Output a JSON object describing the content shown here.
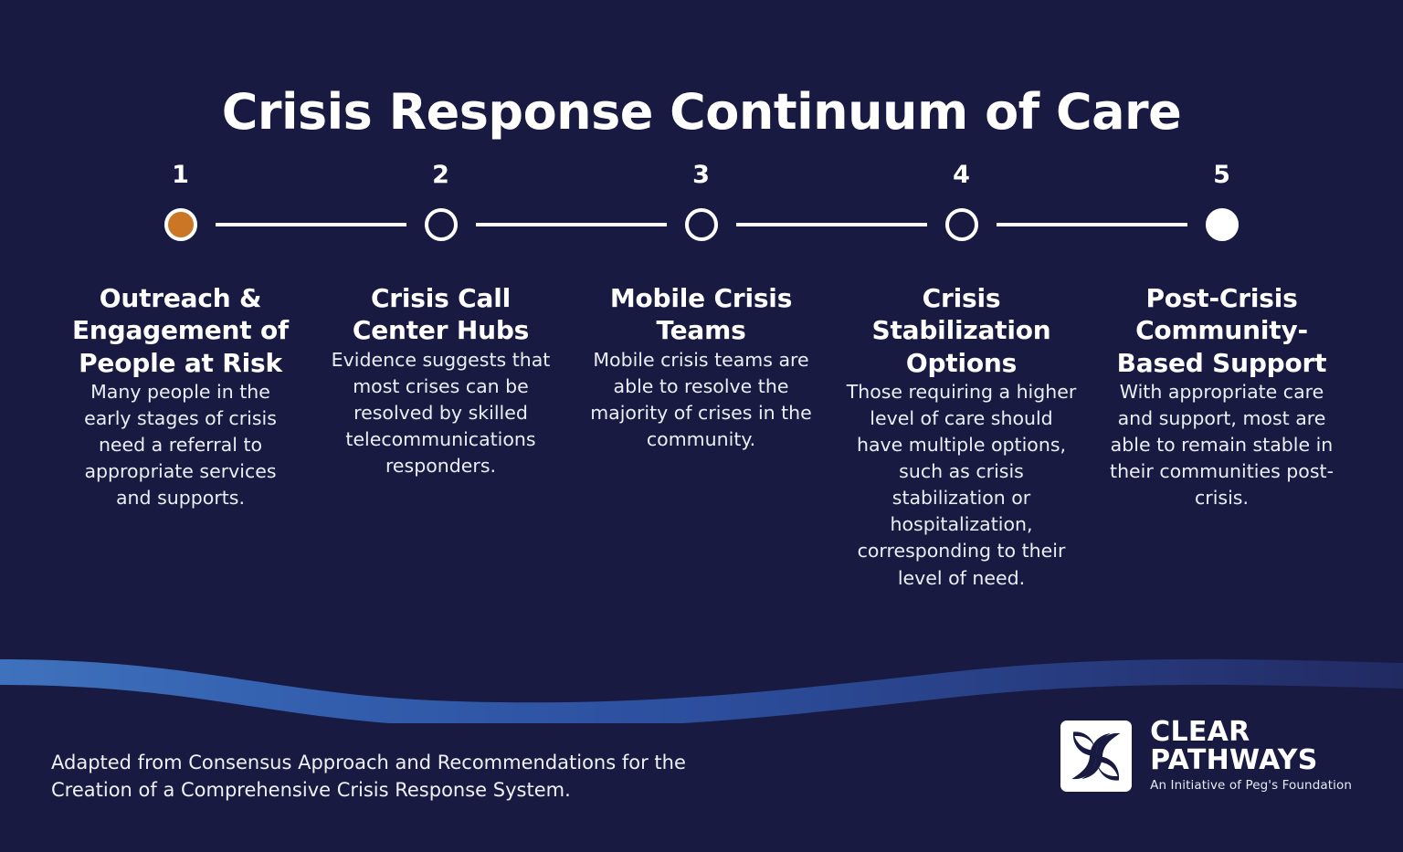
{
  "header": {
    "title": "Crisis Response Continuum of Care"
  },
  "colors": {
    "background": "#181a42",
    "accent_orange": "#cb7624",
    "marker_white": "#ffffff",
    "wave_left": "#3a6cb8",
    "wave_right": "#252f6b",
    "text_white": "#ffffff"
  },
  "steps": [
    {
      "number": "1",
      "marker_style": "filled-orange",
      "heading": "Outreach & Engagement of People at Risk",
      "body": "Many people in the early stages of crisis need a referral to appropriate services and supports."
    },
    {
      "number": "2",
      "marker_style": "hollow",
      "heading": "Crisis Call Center Hubs",
      "body": "Evidence suggests that most crises can be resolved by skilled telecommunications responders."
    },
    {
      "number": "3",
      "marker_style": "hollow",
      "heading": "Mobile Crisis Teams",
      "body": "Mobile crisis teams are able to resolve the majority of crises in the community."
    },
    {
      "number": "4",
      "marker_style": "hollow",
      "heading": "Crisis Stabilization Options",
      "body": "Those requiring a higher level of care should have multiple options, such as crisis stabilization or hospitalization, corresponding to their level of need."
    },
    {
      "number": "5",
      "marker_style": "filled-white",
      "heading": "Post-Crisis Community-Based Support",
      "body": "With appropriate care and support, most are able to remain stable in their communities post-crisis."
    }
  ],
  "footer": {
    "attribution": "Adapted from Consensus Approach and Recommendations for the Creation of a Comprehensive Crisis Response System.",
    "logo": {
      "line1": "CLEAR",
      "line2": "PATHWAYS",
      "tagline": "An Initiative of Peg's Foundation"
    }
  }
}
